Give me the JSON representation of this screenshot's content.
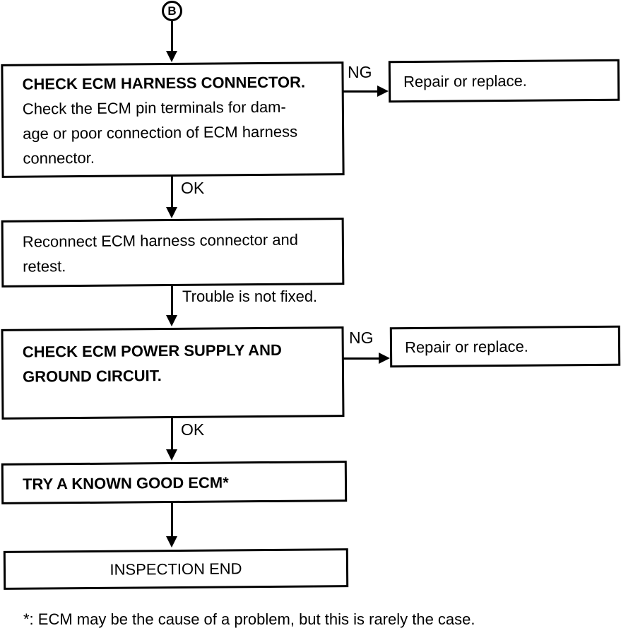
{
  "flowchart": {
    "connector_b": "B",
    "box_check_harness": {
      "title": "CHECK ECM HARNESS CONNECTOR.",
      "body": [
        "Check the ECM pin terminals for dam-",
        "age or poor connection of ECM harness",
        "connector."
      ]
    },
    "box_repair_1": "Repair or replace.",
    "box_reconnect": [
      "Reconnect ECM harness connector and",
      "retest."
    ],
    "box_check_power": [
      "CHECK ECM POWER SUPPLY AND",
      "GROUND CIRCUIT."
    ],
    "box_repair_2": "Repair or replace.",
    "box_try_ecm": "TRY A KNOWN GOOD ECM*",
    "box_inspection_end": "INSPECTION END",
    "labels": {
      "ng_1": "NG",
      "ok_1": "OK",
      "trouble": "Trouble is not fixed.",
      "ng_2": "NG",
      "ok_2": "OK"
    },
    "footnote": "*: ECM may be the cause of a problem, but this is rarely the case.",
    "colors": {
      "ink": "#000000",
      "paper": "#ffffff"
    }
  }
}
